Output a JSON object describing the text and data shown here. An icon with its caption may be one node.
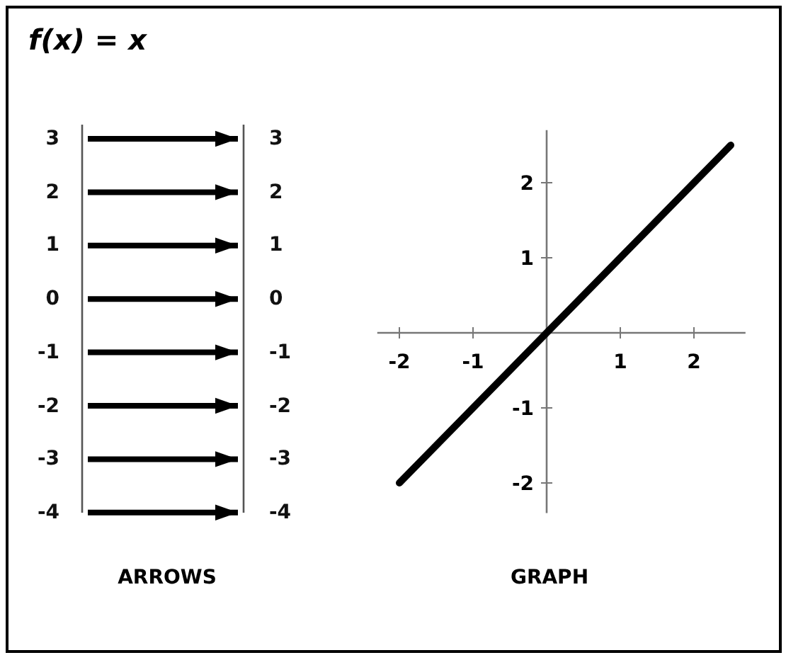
{
  "diagram": {
    "title": "f(x) = x",
    "nodes": [
      {
        "text": [
          "3"
        ]
      },
      {
        "text": [
          "2"
        ]
      },
      {
        "text": [
          "1"
        ]
      },
      {
        "text": [
          "0"
        ]
      },
      {
        "text": [
          "-1"
        ]
      },
      {
        "text": [
          "-2"
        ]
      },
      {
        "text": [
          "-3"
        ]
      },
      {
        "text": [
          "-4"
        ]
      },
      {
        "text": [
          "3"
        ]
      },
      {
        "text": [
          "2"
        ]
      },
      {
        "text": [
          "1"
        ]
      },
      {
        "text": [
          "0"
        ]
      },
      {
        "text": [
          "-1"
        ]
      },
      {
        "text": [
          "-2"
        ]
      },
      {
        "text": [
          "-3"
        ]
      },
      {
        "text": [
          "-4"
        ]
      }
    ],
    "edges": [
      {
        "from": 0,
        "to": 8,
        "arrow": "to"
      },
      {
        "from": 1,
        "to": 9,
        "arrow": "to"
      },
      {
        "from": 2,
        "to": 10,
        "arrow": "to"
      },
      {
        "from": 3,
        "to": 11,
        "arrow": "to"
      },
      {
        "from": 4,
        "to": 12,
        "arrow": "to"
      },
      {
        "from": 5,
        "to": 13,
        "arrow": "to"
      },
      {
        "from": 6,
        "to": 14,
        "arrow": "to"
      },
      {
        "from": 7,
        "to": 15,
        "arrow": "to"
      }
    ],
    "labels": [
      "ARROWS",
      "GRAPH"
    ],
    "chart_data": {
      "type": "line",
      "x": [
        -2,
        2.5
      ],
      "series": [
        {
          "color": "#000000",
          "values": [
            -2,
            2.5
          ]
        }
      ],
      "xlim": [
        -2.3,
        2.7
      ],
      "ylim": [
        -2.4,
        2.7
      ],
      "xticks": [
        -2,
        -1,
        1,
        2
      ],
      "yticks": [
        -2,
        -1,
        1,
        2
      ]
    }
  }
}
